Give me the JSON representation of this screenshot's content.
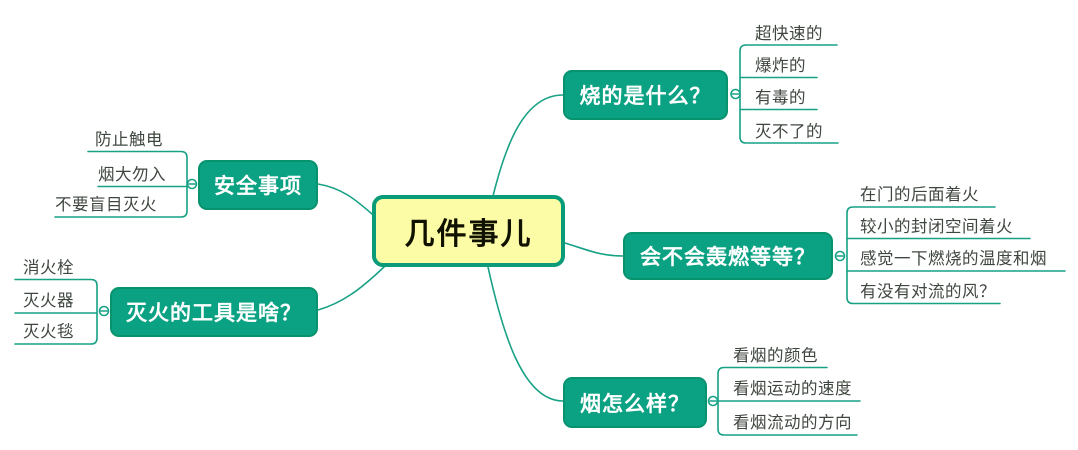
{
  "root": {
    "label": "几件事儿"
  },
  "branches": [
    {
      "label": "烧的是什么？",
      "children": [
        "超快速的",
        "爆炸的",
        "有毒的",
        "灭不了的"
      ]
    },
    {
      "label": "会不会轰燃等等？",
      "children": [
        "在门的后面着火",
        "较小的封闭空间着火",
        "感觉一下燃烧的温度和烟",
        "有没有对流的风？"
      ]
    },
    {
      "label": "烟怎么样？",
      "children": [
        "看烟的颜色",
        "看烟运动的速度",
        "看烟流动的方向"
      ]
    },
    {
      "label": "安全事项",
      "children": [
        "防止触电",
        "烟大勿入",
        "不要盲目灭火"
      ]
    },
    {
      "label": "灭火的工具是啥？",
      "children": [
        "消火栓",
        "灭火器",
        "灭火毯"
      ]
    }
  ],
  "colors": {
    "branch_fill": "#0BA183",
    "branch_border": "#08936F",
    "root_fill": "#FCFCA7",
    "root_border": "#0A9C79",
    "line": "#17A185",
    "leaf_text": "#3F463F",
    "branch_text": "#FFFFFF"
  }
}
